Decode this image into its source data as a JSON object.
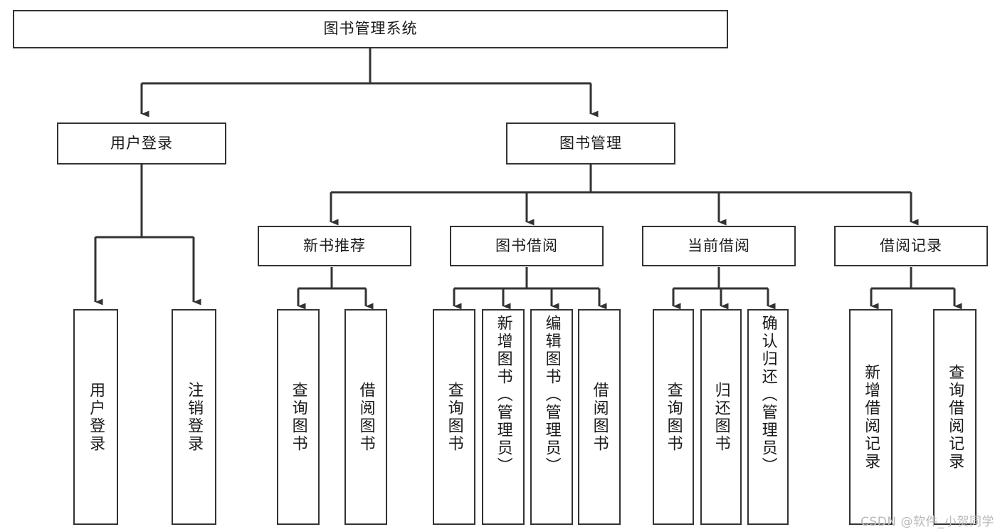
{
  "diagram": {
    "title": "图书管理系统",
    "watermark": "CSDN @软件_小贺同学",
    "line_color": "#333333",
    "box_border_color": "#333333",
    "box_fill_color": "#ffffff",
    "text_color": "#1a1a1a",
    "root": {
      "label": "图书管理系统"
    },
    "level2": [
      {
        "label": "用户登录"
      },
      {
        "label": "图书管理"
      }
    ],
    "level3": [
      {
        "label": "新书推荐"
      },
      {
        "label": "图书借阅"
      },
      {
        "label": "当前借阅"
      },
      {
        "label": "借阅记录"
      }
    ],
    "leaves": {
      "user_login": [
        {
          "label": "用户登录"
        },
        {
          "label": "注销登录"
        }
      ],
      "new_book_recommend": [
        {
          "label": "查询图书"
        },
        {
          "label": "借阅图书"
        }
      ],
      "book_borrow": [
        {
          "label": "查询图书"
        },
        {
          "label": "新增图书（管理员）"
        },
        {
          "label": "编辑图书（管理员）"
        },
        {
          "label": "借阅图书"
        }
      ],
      "current_borrow": [
        {
          "label": "查询图书"
        },
        {
          "label": "归还图书"
        },
        {
          "label": "确认归还（管理员）"
        }
      ],
      "borrow_record": [
        {
          "label": "新增借阅记录"
        },
        {
          "label": "查询借阅记录"
        }
      ]
    }
  }
}
